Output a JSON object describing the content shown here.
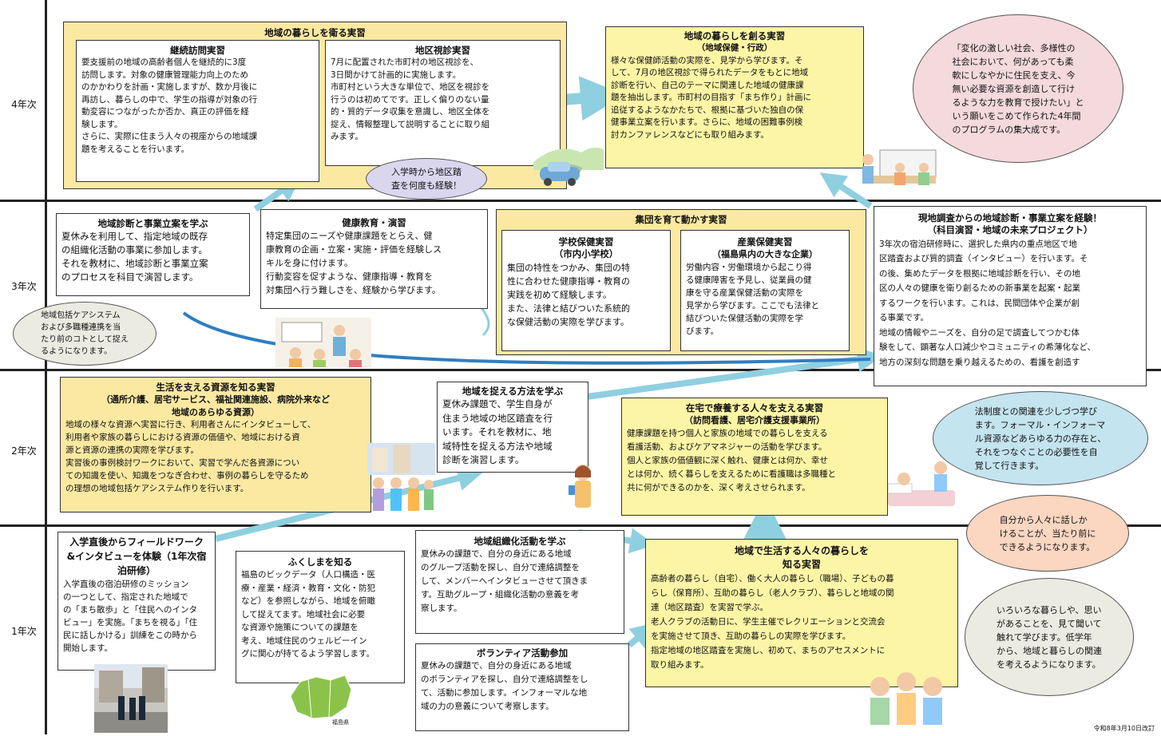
{
  "years": {
    "y4": "4年次",
    "y3": "3年次",
    "y2": "2年次",
    "y1": "1年次"
  },
  "protect": {
    "title": "地域の暮らしを衛る実習",
    "visit": {
      "title": "継続訪問実習",
      "body": "要支援前の地域の高齢者個人を継続的に3度\n訪問します。対象の健康管理能力向上のため\nのかかわりを計画・実施しますが、数か月後に\n再訪し、暮らしの中で、学生の指導が対象の行\n動変容につながったか否か、真正の評価を経\n験します。\nさらに、実際に住まう人々の視座からの地域課\n題を考えることを行います。"
    },
    "district": {
      "title": "地区視診実習",
      "body": "7月に配置された市町村の地区視診を、\n3日間かけて計画的に実施します。\n市町村という大きな単位で、地区を視診を\n行うのは初めてです。正しく偏りのない量\n的・質的データ収集を意識し、地区全体を\n捉え、情報整理して説明することに取り組\nみます。"
    }
  },
  "create": {
    "title": "地域の暮らしを創る実習",
    "sub": "（地域保健・行政）",
    "body": "様々な保健師活動の実際を、見学から学びます。そ\nして、7月の地区視診で得られたデータをもとに地域\n診断を行い、自己のテーマに関連した地域の健康課\n題を抽出します。市町村の目指す「まち作り」計画に\n追従するようなかたちで、根拠に基づいた独自の保\n健事業立案を行います。さらに、地域の困難事例検\n討カンファレンスなどにも取り組みます。"
  },
  "bubbles": {
    "quote": "「変化の激しい社会、多様性の\n社会において、何があっても柔\n軟にしなやかに住民を支え、今\n無い必要な資源を創造して行け\nるような力を教育で授けたい」と\nいう願いをこめて作られた4年間\nのプログラムの集大成です。",
    "district_walk": "入学時から地区踏\n査を何度も経験！",
    "careSystem": "地域包括ケアシステム\nおよび多職種連携を当\nたり前のコトとして捉え\nるようになります。",
    "law": "法制度との関連を少しづつ学び\nます。フォーマル・インフォーマ\nル資源などあらゆる力の存在と、\nそれをつなぐことの必要性を自\n覚して行きます。",
    "talk": "自分から人々に話しか\nけることが、当たり前に\nできるようになります。",
    "lives": "いろいろな暮らしや、思い\nがあることを、見て聞いて\n触れて学びます。低学年\nから、地域と暮らしの関連\nを考えるようになります。"
  },
  "diag": {
    "title": "地域診断と事業立案を学ぶ",
    "body": "夏休みを利用して、指定地域の既存\nの組織化活動の事業に参加します。\nそれを教材に、地域診断と事業立案\nのプロセスを科目で演習します。"
  },
  "health_ed": {
    "title": "健康教育・演習",
    "body": "特定集団のニーズや健康課題をとらえ、健\n康教育の企画・立案・実施・評価を経験しス\nキルを身に付けます。\n行動変容を促すような、健康指導・教育を\n対集団へ行う難しさを、経験から学びます。"
  },
  "group": {
    "title": "集団を育て動かす実習",
    "school": {
      "title": "学校保健実習",
      "sub": "（市内小学校）",
      "body": "集団の特性をつかみ、集団の特\n性に合わせた健康指導・教育の\n実践を初めて経験します。\nまた、法律と結びついた系統的\nな保健活動の実際を学びます。"
    },
    "industry": {
      "title": "産業保健実習",
      "sub": "（福島県内の大きな企業）",
      "body": "労働内容・労働環境から起こり得\nる健康障害を予見し、従業員の健\n康を守る産業保健活動の実際を\n見学から学びます。ここでも法律と\n結びついた保健活動の実際を学\nびます。"
    }
  },
  "field": {
    "title": "現地調査からの地域診断・事業立案を経験！",
    "sub": "（科目演習・地域の未来プロジェクト）",
    "body": "3年次の宿泊研修時に、選択した県内の重点地区で地\n区踏査および質的調査（インタビュー）を行います。そ\nの後、集めたデータを根拠に地域診断を行い、その地\n区の人々の健康を衛り創るための新事業を起案・起業\nするワークを行います。これは、民間団体や企業が創\nる事業です。\n地域の情報やニーズを、自分の足で調査してつかむ体\n験をして、顕著な人口減少やコミュニティの希薄化など、\n地方の深刻な問題を乗り越えるための、看護を創造す"
  },
  "resources": {
    "title": "生活を支える資源を知る実習",
    "sub": "（通所介護、居宅サービス、福祉関連施設、病院外来など\n地域のあらゆる資源）",
    "body": "地域の様々な資源へ実習に行き、利用者さんにインタビューして、\n利用者や家族の暮らしにおける資源の価値や、地域における資\n源と資源の連携の実際を学びます。\n実習後の事例検討ワークにおいて、実習で学んだ各資源につい\nての知識を使い、知識をつなぎ合わせ、事例の暮らしを守るため\nの理想の地域包括ケアシステム作りを行います。"
  },
  "method": {
    "title": "地域を捉える方法を学ぶ",
    "body": "夏休み課題で、学生自身が\n住まう地域の地区踏査を行\nいます。それを教材に、地\n域特性を捉える方法や地域\n診断を演習します。"
  },
  "home": {
    "title": "在宅で療養する人々を支える実習",
    "sub": "（訪問看護、居宅介護支援事業所）",
    "body": "健康課題を持つ個人と家族の地域での暮らしを支える\n看護活動、およびケアマネジャーの活動を学びます。\n個人と家族の価値観に深く触れ、健康とは何か、幸せ\nとは何か、続く暮らしを支えるために看護職は多職種と\n共に何ができるのかを、深く考えさせられます。"
  },
  "fw": {
    "title": "入学直後からフィールドワーク\n&インタビューを体験（1年次宿\n泊研修）",
    "body": "入学直後の宿泊研修のミッション\nの一つとして、指定された地域で\nの「まち散歩」と「住民へのインタ\nビュー」を実施。「まちを視る」「住\n民に話しかける」訓練をこの時から\n開始します。"
  },
  "fukushima": {
    "title": "ふくしまを知る",
    "body": "福島のビックデータ（人口構造・医\n療・産業・経済・教育・文化・防犯\nなど）を参照しながら、地域を俯瞰\nして捉えてます。地域社会に必要\nな資源や施策についての課題を\n考え、地域住民のウェルビーイン\nグに関心が持てるよう学習します。",
    "map_label": "福島県"
  },
  "org": {
    "title": "地域組織化活動を学ぶ",
    "body": "夏休みの課題で、自分の身近にある地域\nのグループ活動を探し、自分で連絡調整を\nして、メンバーへインタビューさせて頂きま\nす。互助グループ・組織化活動の意義を考\n察します。"
  },
  "volunteer": {
    "title": "ボランティア活動参加",
    "body": "夏休みの課題で、自分の身近にある地域\nのボランティアを探し、自分で連絡調整をし\nて、活動に参加します。インフォーマルな地\n域の力の意義について考察します。"
  },
  "living": {
    "title": "地域で生活する人々の暮らしを\n知る実習",
    "body": "高齢者の暮らし（自宅）、働く大人の暮らし（職場）、子どもの暮\nらし（保育所）、互助の暮らし（老人クラブ）、暮らしと地域の関\n連（地区踏査）を実習で学ぶ。\n老人クラブの活動日に、学生主催でレクリエーションと交流会\nを実施させて頂き、互助の暮らしの実際を学びます。\n指定地域の地区踏査を実施し、初めて、まちのアセスメントに\n取り組みます。"
  },
  "footer": "令和8年3月10日改訂",
  "colors": {
    "arrow": "#8ecfe0",
    "yellow": "#fbe9a2",
    "lemon": "#fdf5a6"
  }
}
